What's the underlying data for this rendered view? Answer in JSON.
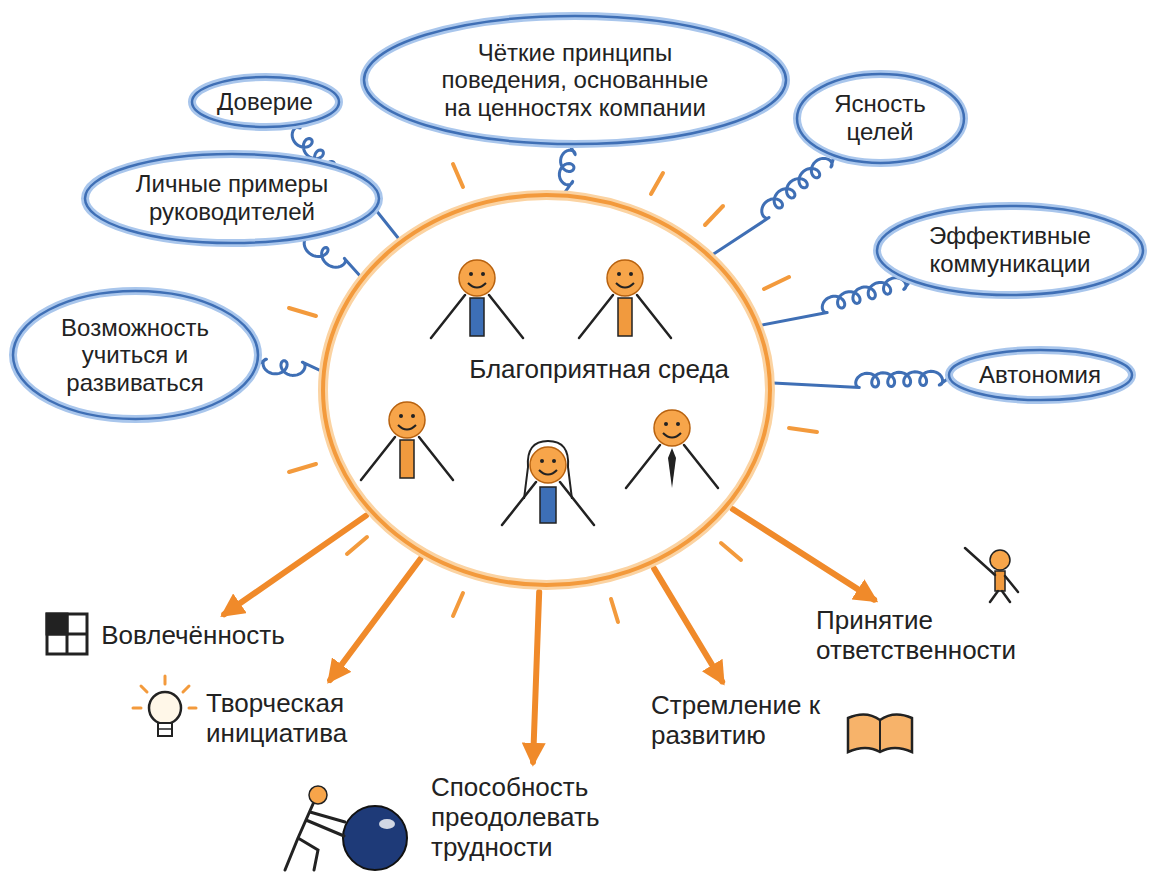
{
  "diagram": {
    "nodes": [
      {
        "text": [
          "Благоприятная среда"
        ]
      },
      {
        "text": [
          "Возможность учиться и развиваться"
        ]
      },
      {
        "text": [
          "Личные примеры руководителей"
        ]
      },
      {
        "text": [
          "Доверие"
        ]
      },
      {
        "text": [
          "Чёткие принципы поведения, основанные на ценностях компании"
        ]
      },
      {
        "text": [
          "Ясность целей"
        ]
      },
      {
        "text": [
          "Эффективные коммуникации"
        ]
      },
      {
        "text": [
          "Автономия"
        ]
      },
      {
        "text": [
          "Вовлечённость"
        ]
      },
      {
        "text": [
          "Творческая инициатива"
        ]
      },
      {
        "text": [
          "Способность преодолевать трудности"
        ]
      },
      {
        "text": [
          "Стремление к развитию"
        ]
      },
      {
        "text": [
          "Принятие ответственности"
        ]
      }
    ],
    "edges": [
      {
        "from": 1,
        "to": 0,
        "arrow": "none"
      },
      {
        "from": 2,
        "to": 0,
        "arrow": "none"
      },
      {
        "from": 3,
        "to": 0,
        "arrow": "none"
      },
      {
        "from": 4,
        "to": 0,
        "arrow": "none"
      },
      {
        "from": 5,
        "to": 0,
        "arrow": "none"
      },
      {
        "from": 6,
        "to": 0,
        "arrow": "none"
      },
      {
        "from": 7,
        "to": 0,
        "arrow": "none"
      },
      {
        "from": 0,
        "to": 8,
        "arrow": "to"
      },
      {
        "from": 0,
        "to": 9,
        "arrow": "to"
      },
      {
        "from": 0,
        "to": 10,
        "arrow": "to"
      },
      {
        "from": 0,
        "to": 11,
        "arrow": "to"
      },
      {
        "from": 0,
        "to": 12,
        "arrow": "to"
      }
    ]
  }
}
